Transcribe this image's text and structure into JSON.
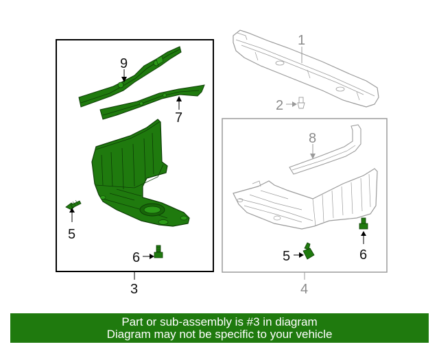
{
  "callouts": {
    "part_1": "1",
    "part_2": "2",
    "part_3": "3",
    "part_4": "4",
    "part_5_left": "5",
    "part_5_right": "5",
    "part_6_left": "6",
    "part_6_right": "6",
    "part_7": "7",
    "part_8": "8",
    "part_9": "9"
  },
  "banner": {
    "line1": "Part or sub-assembly is #3 in diagram",
    "line2": "Diagram may not be specific to your vehicle"
  },
  "colors": {
    "highlight_part": "#1f7a0e",
    "banner_background": "#1f7a0e",
    "dimmed_part": "#9a9a9a",
    "outline_dark": "#000000"
  }
}
